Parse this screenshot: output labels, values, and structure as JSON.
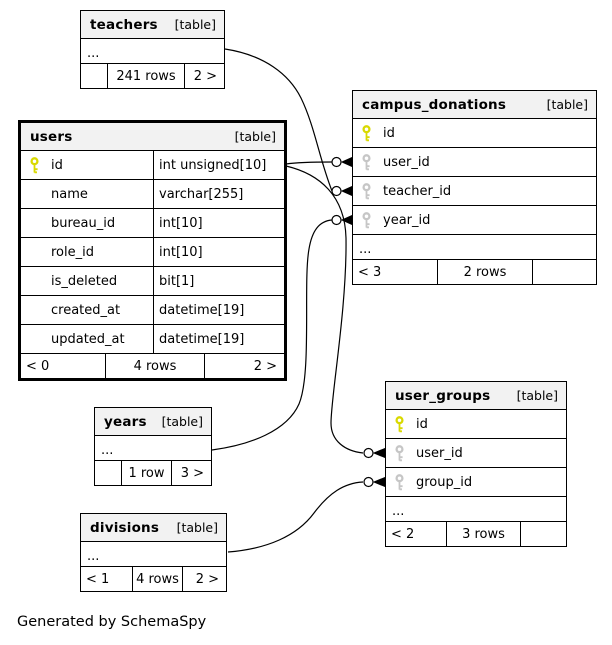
{
  "diagram": {
    "credit": "Generated by SchemaSpy",
    "colors": {
      "border": "#000000",
      "header_bg": "#f2f2f2",
      "primary_key": "#d9d900",
      "foreign_key": "#c6c6c6"
    },
    "tables": {
      "teachers": {
        "name": "teachers",
        "tag": "[table]",
        "ellipsis": "...",
        "footer": {
          "left": "",
          "center": "241 rows",
          "right": "2 >"
        }
      },
      "users": {
        "name": "users",
        "tag": "[table]",
        "columns": [
          {
            "name": "id",
            "type": "int unsigned[10]",
            "key": "pk"
          },
          {
            "name": "name",
            "type": "varchar[255]",
            "key": ""
          },
          {
            "name": "bureau_id",
            "type": "int[10]",
            "key": ""
          },
          {
            "name": "role_id",
            "type": "int[10]",
            "key": ""
          },
          {
            "name": "is_deleted",
            "type": "bit[1]",
            "key": ""
          },
          {
            "name": "created_at",
            "type": "datetime[19]",
            "key": ""
          },
          {
            "name": "updated_at",
            "type": "datetime[19]",
            "key": ""
          }
        ],
        "footer": {
          "left": "< 0",
          "center": "4 rows",
          "right": "2 >"
        }
      },
      "campus_donations": {
        "name": "campus_donations",
        "tag": "[table]",
        "ellipsis": "...",
        "columns": [
          {
            "name": "id",
            "key": "pk"
          },
          {
            "name": "user_id",
            "key": "fk"
          },
          {
            "name": "teacher_id",
            "key": "fk"
          },
          {
            "name": "year_id",
            "key": "fk"
          }
        ],
        "footer": {
          "left": "< 3",
          "center": "2 rows",
          "right": ""
        }
      },
      "user_groups": {
        "name": "user_groups",
        "tag": "[table]",
        "ellipsis": "...",
        "columns": [
          {
            "name": "id",
            "key": "pk"
          },
          {
            "name": "user_id",
            "key": "fk"
          },
          {
            "name": "group_id",
            "key": "fk"
          }
        ],
        "footer": {
          "left": "< 2",
          "center": "3 rows",
          "right": ""
        }
      },
      "years": {
        "name": "years",
        "tag": "[table]",
        "ellipsis": "...",
        "footer": {
          "left": "",
          "center": "1 row",
          "right": "3 >"
        }
      },
      "divisions": {
        "name": "divisions",
        "tag": "[table]",
        "ellipsis": "...",
        "footer": {
          "left": "< 1",
          "center": "4 rows",
          "right": "2 >"
        }
      }
    },
    "relationships": [
      {
        "from": "users.id",
        "to": "campus_donations.user_id"
      },
      {
        "from": "teachers",
        "to": "campus_donations.teacher_id"
      },
      {
        "from": "years",
        "to": "campus_donations.year_id"
      },
      {
        "from": "users.id",
        "to": "user_groups.user_id"
      },
      {
        "from": "divisions",
        "to": "user_groups.group_id"
      }
    ]
  }
}
